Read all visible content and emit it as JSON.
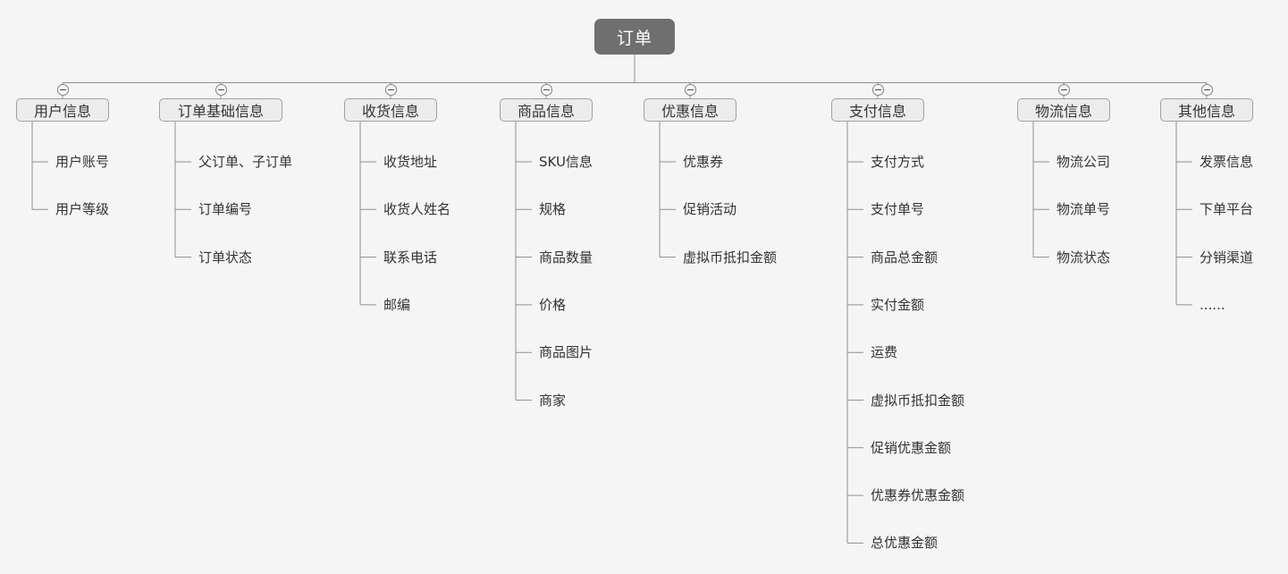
{
  "page": {
    "background_color": "#f5f5f5"
  },
  "colors": {
    "connector_line": "#8f8f8f",
    "node_fill": "#ececec",
    "node_border": "#a1a1a1",
    "root_fill": "#6f6f6f",
    "root_text": "#ffffff",
    "text": "#333333"
  },
  "icons": {
    "collapse": "minus-circle-icon"
  },
  "tree": {
    "root": "订单",
    "branches": [
      {
        "label": "用户信息",
        "children": [
          "用户账号",
          "用户等级"
        ]
      },
      {
        "label": "订单基础信息",
        "children": [
          "父订单、子订单",
          "订单编号",
          "订单状态"
        ]
      },
      {
        "label": "收货信息",
        "children": [
          "收货地址",
          "收货人姓名",
          "联系电话",
          "邮编"
        ]
      },
      {
        "label": "商品信息",
        "children": [
          "SKU信息",
          "规格",
          "商品数量",
          "价格",
          "商品图片",
          "商家"
        ]
      },
      {
        "label": "优惠信息",
        "children": [
          "优惠券",
          "促销活动",
          "虚拟币抵扣金额"
        ]
      },
      {
        "label": "支付信息",
        "children": [
          "支付方式",
          "支付单号",
          "商品总金额",
          "实付金额",
          "运费",
          "虚拟币抵扣金额",
          "促销优惠金额",
          "优惠券优惠金额",
          "总优惠金额"
        ]
      },
      {
        "label": "物流信息",
        "children": [
          "物流公司",
          "物流单号",
          "物流状态"
        ]
      },
      {
        "label": "其他信息",
        "children": [
          "发票信息",
          "下单平台",
          "分销渠道",
          "......"
        ]
      }
    ]
  }
}
